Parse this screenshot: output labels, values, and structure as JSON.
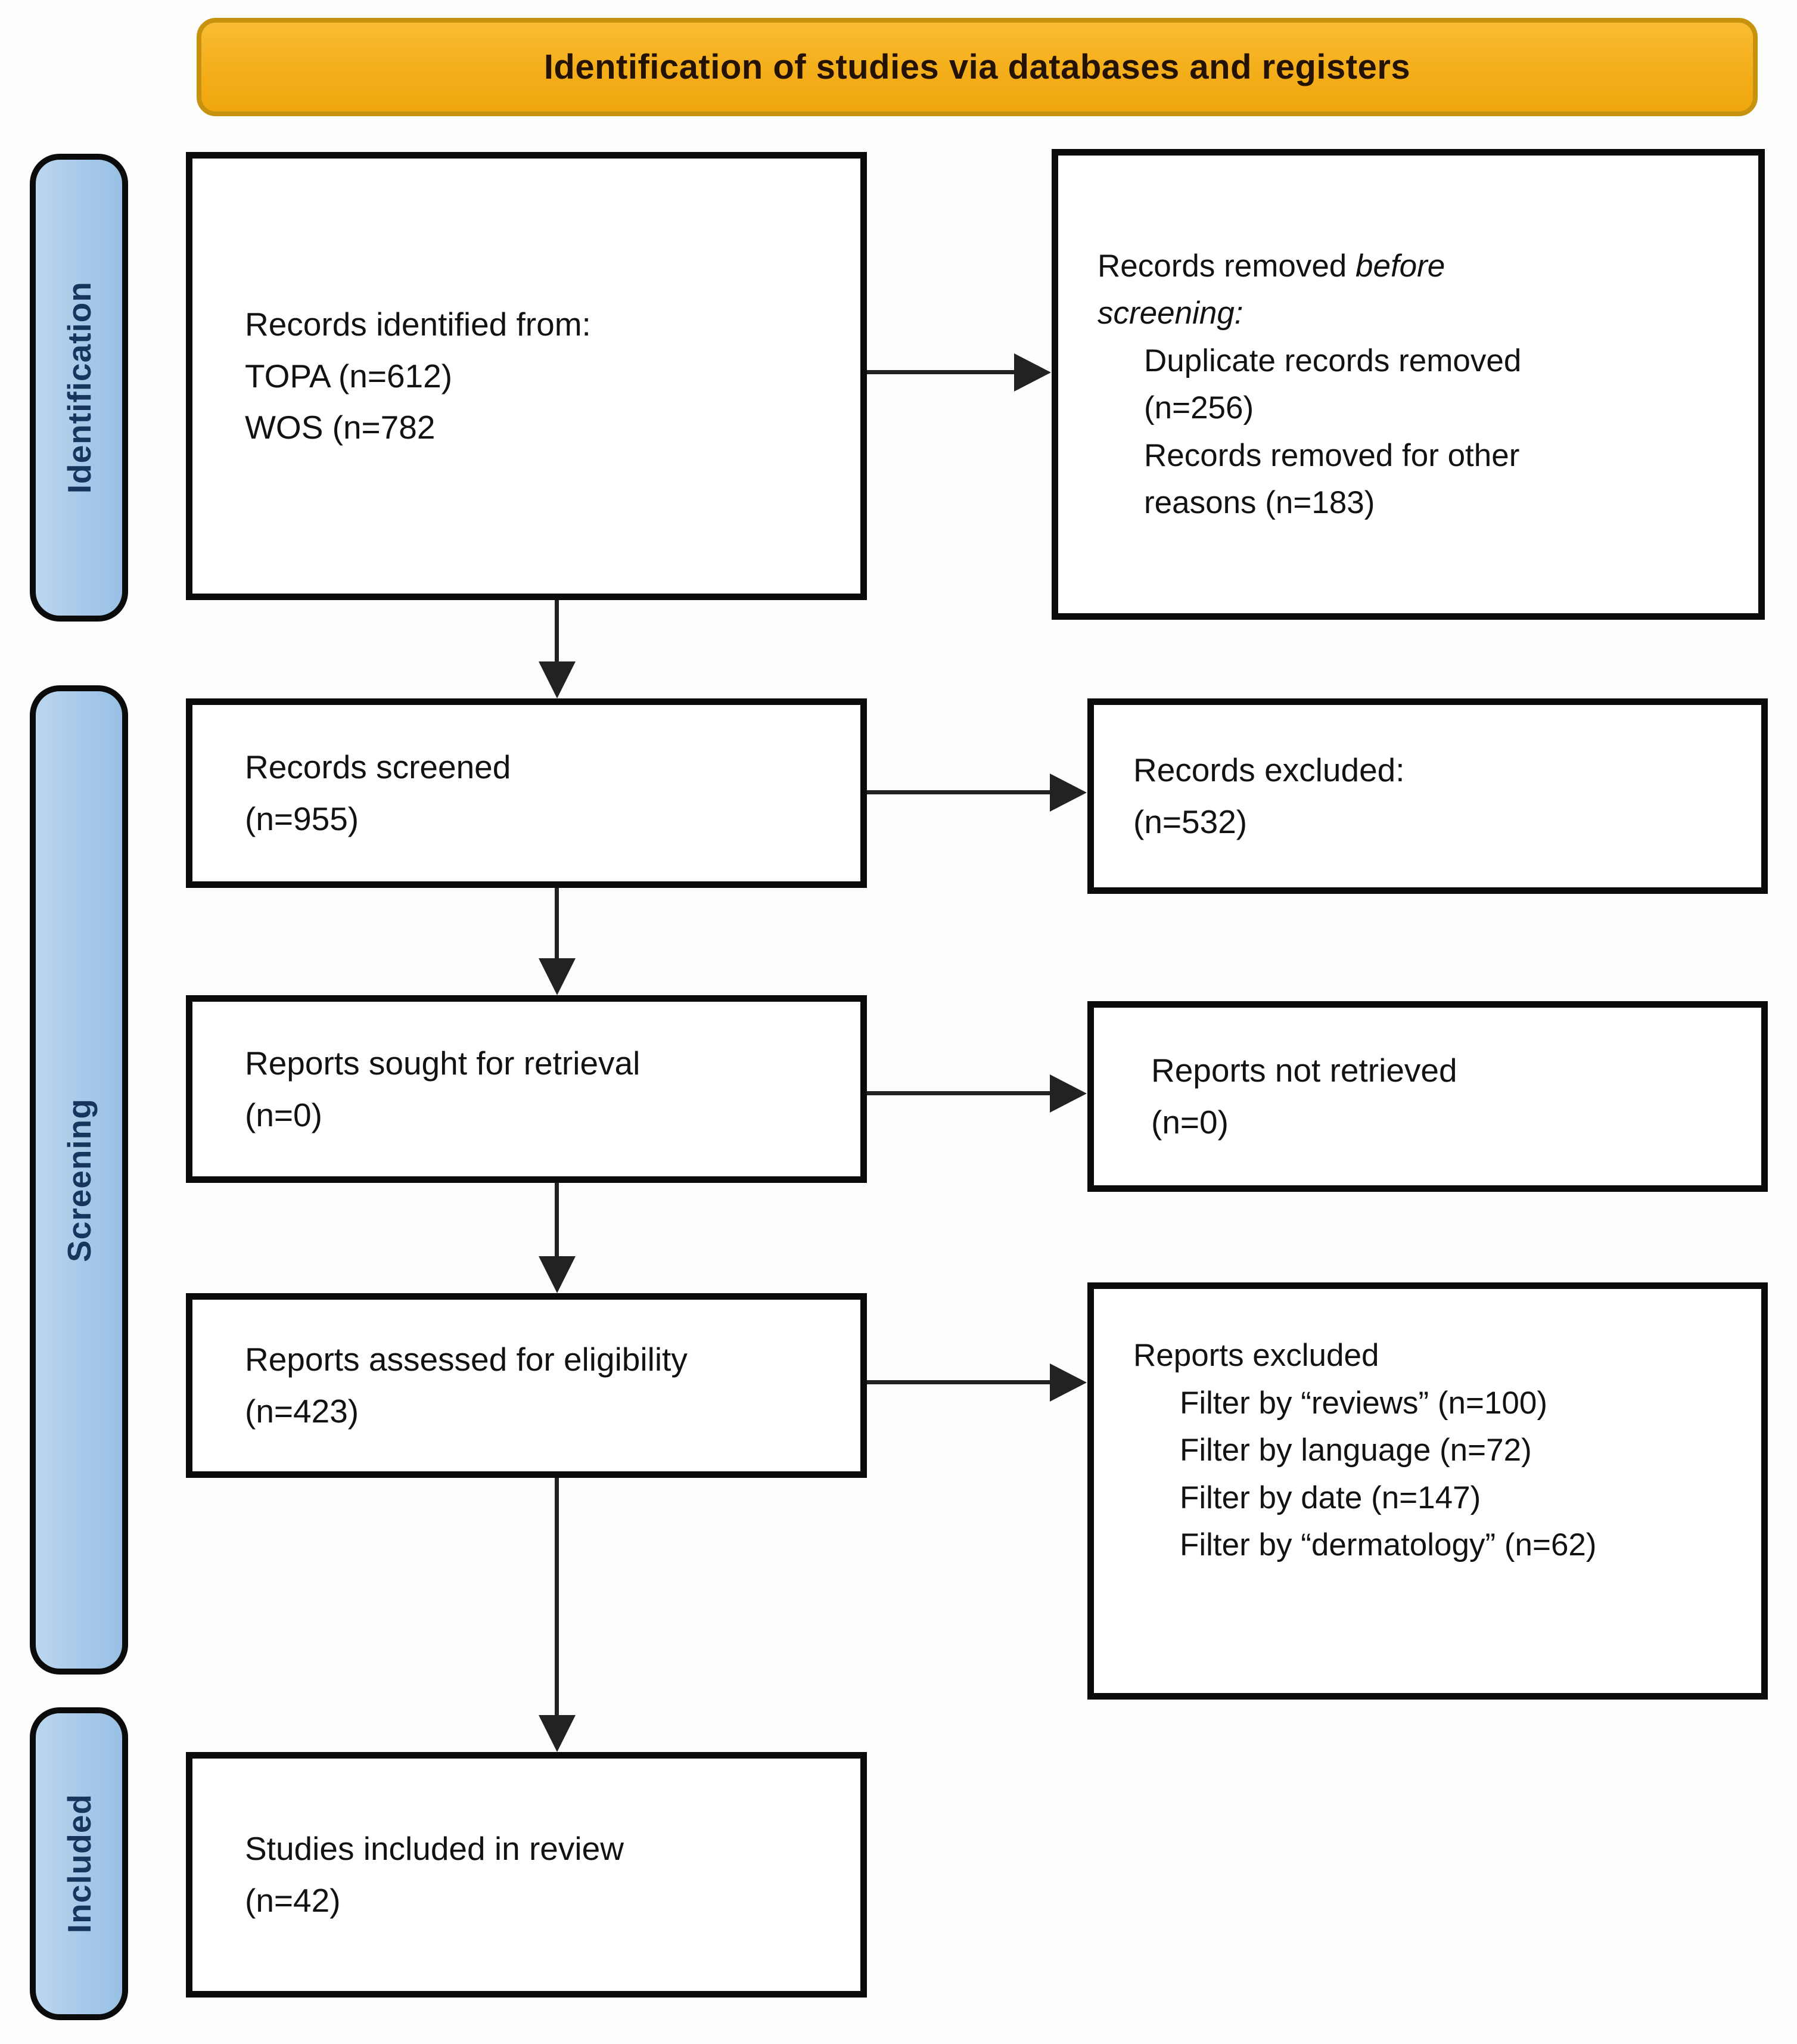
{
  "banner": {
    "title": "Identification of studies via databases and registers"
  },
  "sidebar": {
    "stages": [
      {
        "label": "Identification"
      },
      {
        "label": "Screening"
      },
      {
        "label": "Included"
      }
    ]
  },
  "flow": {
    "identified": {
      "line1": "Records identified from:",
      "line2": "TOPA (n=612)",
      "line3": "WOS (n=782"
    },
    "removed_before": {
      "line1_normal": "Records removed",
      "line1_italic": " before",
      "line2_italic": "screening:",
      "item1_line1": "Duplicate records removed",
      "item1_line2": "(n=256)",
      "item2_line1": "Records removed for other",
      "item2_line2": "reasons (n=183)"
    },
    "screened": {
      "line1": "Records screened",
      "line2": "(n=955)"
    },
    "excluded": {
      "line1": "Records excluded:",
      "line2": "(n=532)"
    },
    "sought": {
      "line1": "Reports sought for retrieval",
      "line2": "(n=0)"
    },
    "not_retrieved": {
      "line1": "Reports not retrieved",
      "line2": "(n=0)"
    },
    "assessed": {
      "line1": "Reports assessed for eligibility",
      "line2": "(n=423)"
    },
    "reports_excluded": {
      "title": "Reports excluded",
      "item1": "Filter by “reviews” (n=100)",
      "item2": "Filter by language  (n=72)",
      "item3": "Filter by date (n=147)",
      "item4": "Filter by “dermatology” (n=62)"
    },
    "included": {
      "line1": "Studies included in review",
      "line2": "(n=42)"
    }
  },
  "colors": {
    "banner_fill": "#F5B01E",
    "banner_border": "#C7920E",
    "stage_fill": "#A7C9E9",
    "stage_text": "#17365D",
    "box_border": "#0B0B0B",
    "arrow": "#222222"
  }
}
